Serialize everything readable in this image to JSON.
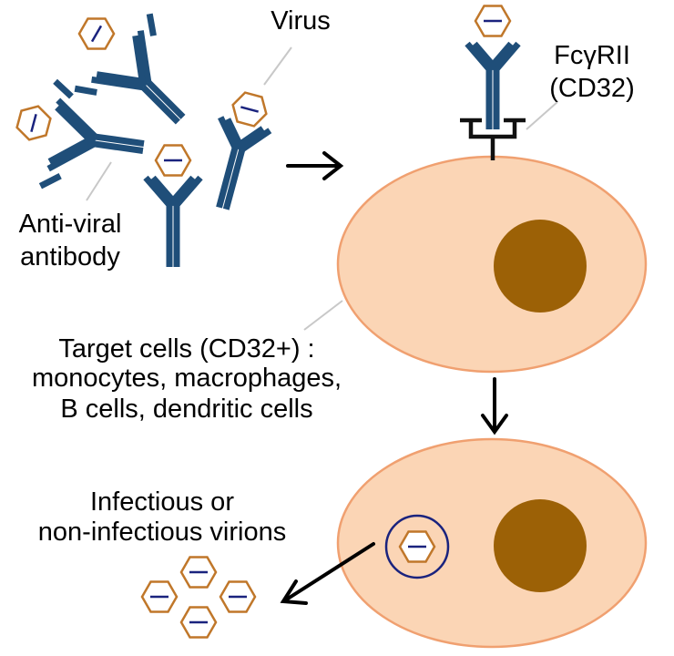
{
  "labels": {
    "virus": "Virus",
    "receptor_line1": "FcγRII",
    "receptor_line2": "(CD32)",
    "antibody_line1": "Anti-viral",
    "antibody_line2": "antibody",
    "target_line1": "Target cells (CD32+) :",
    "target_line2": "monocytes, macrophages,",
    "target_line3": "B cells, dendritic cells",
    "virions_line1": "Infectious or",
    "virions_line2": "non-infectious virions"
  },
  "colors": {
    "antibody": "#1f4e79",
    "virus_capsid": "#c0772a",
    "virus_core": "#1a237e",
    "cell_fill": "#fbd5b5",
    "cell_border": "#f0a070",
    "nucleus": "#9c6106",
    "receptor": "#111111",
    "arrow": "#000000",
    "pointer_line": "#c8c8c8"
  }
}
